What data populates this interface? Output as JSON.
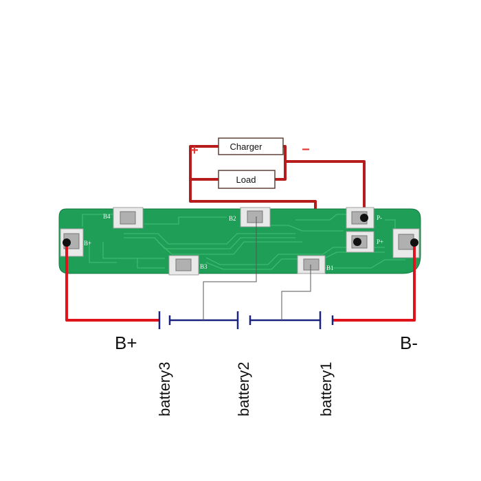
{
  "diagram": {
    "charger_label": "Charger",
    "load_label": "Load",
    "plus_sign": "+",
    "minus_sign": "−",
    "b_plus": "B+",
    "b_minus": "B-",
    "batteries": [
      "battery3",
      "battery2",
      "battery1"
    ],
    "pcb_pads": {
      "b4": "B4",
      "b2": "B2",
      "b3": "B3",
      "b1": "B1",
      "b_plus": "B+",
      "p_minus": "P-",
      "p_plus": "P+"
    }
  },
  "colors": {
    "wire_red": "#e0121c",
    "wire_dark_red": "#b71c1c",
    "plus_red": "#e53935",
    "minus_red": "#e53935",
    "pcb_green": "#1f9e57",
    "pcb_trace": "#38b56a",
    "pad_silver": "#c9c9c9",
    "battery_blue": "#1a237e",
    "sense_wire": "#555555"
  }
}
